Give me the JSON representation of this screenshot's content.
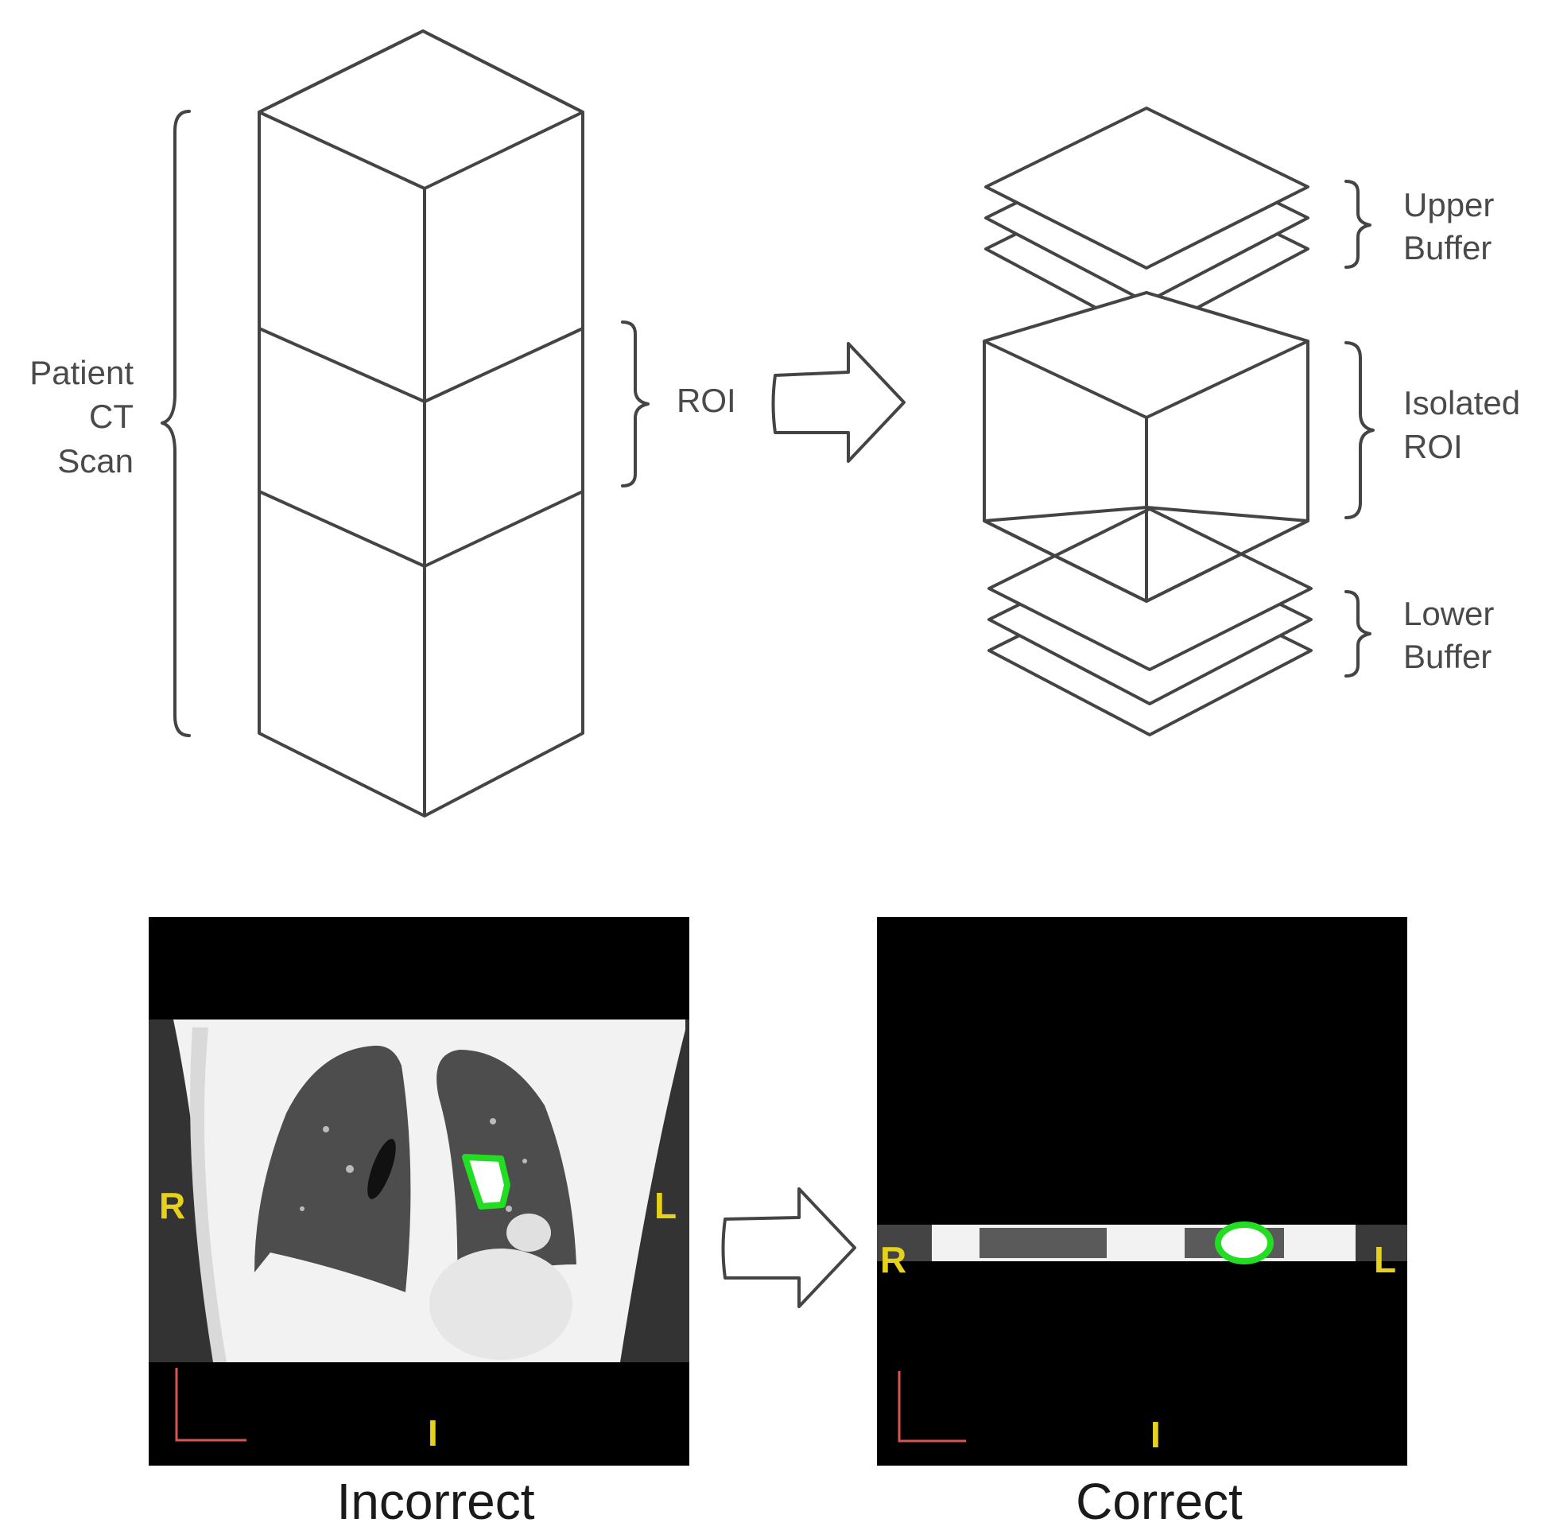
{
  "colors": {
    "line": "#444444",
    "label_text": "#4a4a4a",
    "orientation_text": "#e6d21a",
    "tumor_contour": "#22dd22",
    "scale_marker": "#d9534f",
    "scan_background": "#000000"
  },
  "top_diagram": {
    "scan_label": [
      "Patient",
      "CT",
      "Scan"
    ],
    "roi_label": "ROI",
    "upper_buffer_label": [
      "Upper",
      "Buffer"
    ],
    "isolated_roi_label": [
      "Isolated",
      "ROI"
    ],
    "lower_buffer_label": [
      "Lower",
      "Buffer"
    ],
    "arrow_icon": "right-arrow-icon"
  },
  "bottom_panels": {
    "incorrect": {
      "caption": "Incorrect",
      "orientation_left": "R",
      "orientation_right": "L",
      "orientation_bottom": "I"
    },
    "correct": {
      "caption": "Correct",
      "orientation_left": "R",
      "orientation_right": "L",
      "orientation_bottom": "I"
    },
    "arrow_icon": "right-arrow-icon"
  }
}
